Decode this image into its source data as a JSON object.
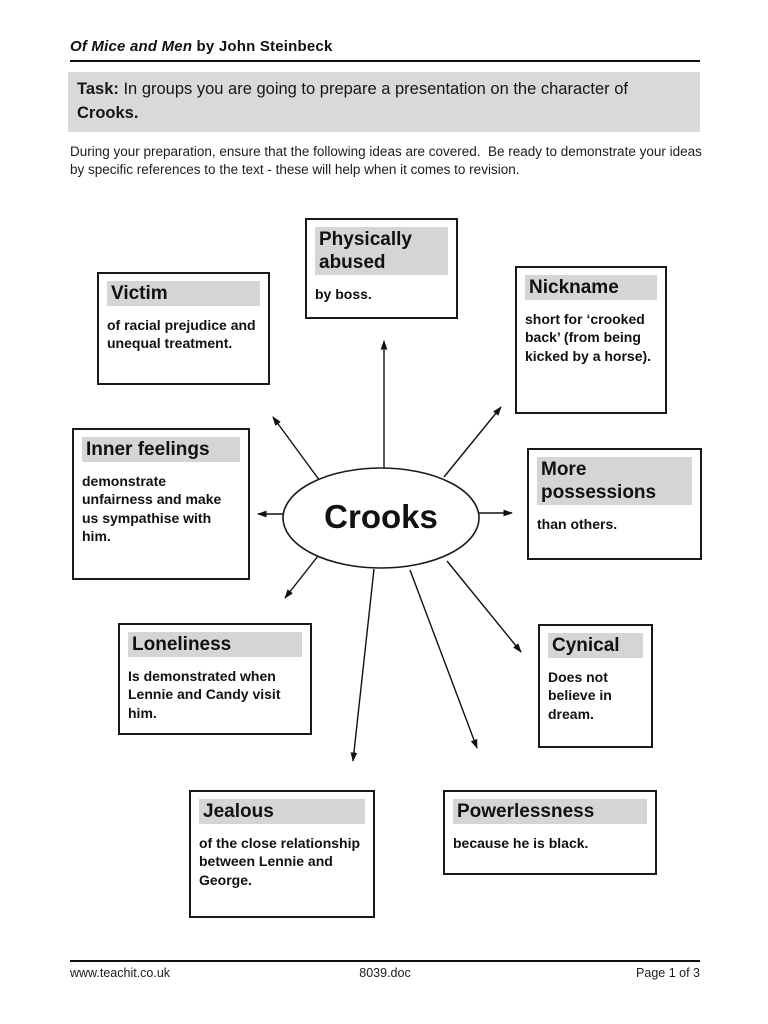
{
  "header": {
    "title_italic": "Of Mice and Men",
    "title_rest": " by John Steinbeck"
  },
  "task": {
    "label": "Task:",
    "body": " In groups you are going to prepare a presentation on the character of ",
    "emphasis": "Crooks."
  },
  "intro": "During your preparation, ensure that the following ideas are covered.  Be ready to demonstrate your ideas by specific references to the text - these will help when it comes to revision.",
  "diagram": {
    "center_label": "Crooks",
    "nodes": [
      {
        "id": "physically-abused",
        "title": "Physically abused",
        "body": "by boss."
      },
      {
        "id": "victim",
        "title": "Victim",
        "body": "of racial prejudice and unequal treatment."
      },
      {
        "id": "nickname",
        "title": "Nickname",
        "body": "short for ‘crooked back’ (from being kicked by a horse)."
      },
      {
        "id": "inner-feelings",
        "title": "Inner feelings",
        "body": "demonstrate unfairness and make us sympathise with him."
      },
      {
        "id": "more-possessions",
        "title": "More possessions",
        "body": "than others."
      },
      {
        "id": "loneliness",
        "title": "Loneliness",
        "body": "Is demonstrated when Lennie and Candy visit him."
      },
      {
        "id": "cynical",
        "title": "Cynical",
        "body": "Does not believe in dream."
      },
      {
        "id": "jealous",
        "title": "Jealous",
        "body": "of the close relationship between Lennie and George."
      },
      {
        "id": "powerlessness",
        "title": "Powerlessness",
        "body": "because he is black."
      }
    ]
  },
  "footer": {
    "left": "www.teachit.co.uk",
    "center": "8039.doc",
    "right": "Page 1 of 3"
  },
  "colors": {
    "highlight": "#d9d9d9",
    "node_highlight": "#d5d5d5",
    "line": "#111111",
    "page_bg": "#ffffff"
  }
}
